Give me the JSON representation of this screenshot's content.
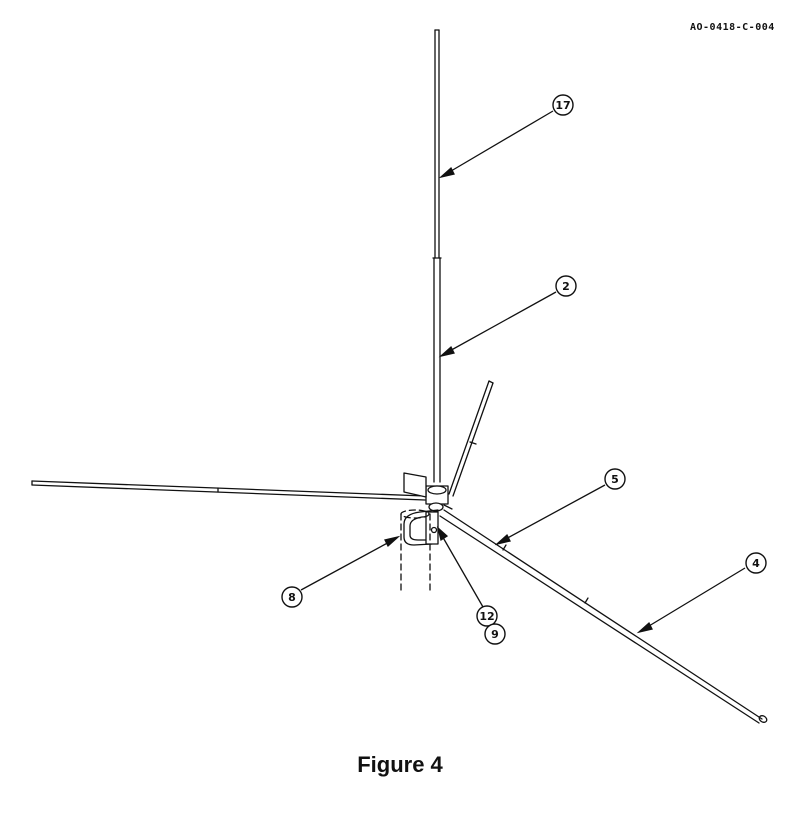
{
  "document_code": "AO-0418-C-004",
  "caption": "Figure 4",
  "callouts": {
    "c17": "17",
    "c2": "2",
    "c5": "5",
    "c4": "4",
    "c8": "8",
    "c12": "12",
    "c9": "9"
  },
  "colors": {
    "ink": "#111111",
    "paper": "#ffffff"
  }
}
